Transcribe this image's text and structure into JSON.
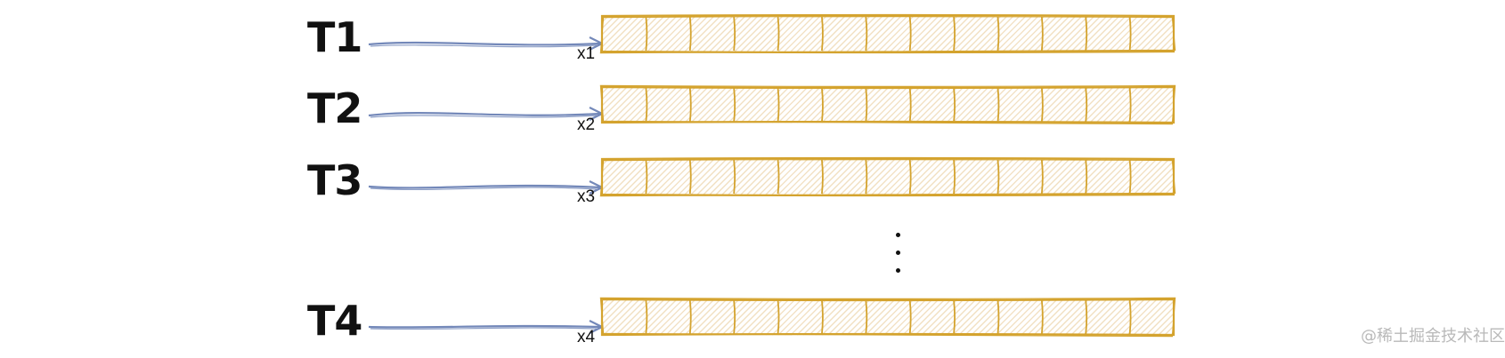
{
  "rows": [
    {
      "thread": "T1",
      "variable": "x1"
    },
    {
      "thread": "T2",
      "variable": "x2"
    },
    {
      "thread": "T3",
      "variable": "x3"
    },
    {
      "thread": "T4",
      "variable": "x4"
    }
  ],
  "cells_per_array": 13,
  "colors": {
    "array_stroke": "#d4a32e",
    "array_hatch": "#f1dfc0",
    "arrow": "#7388b9",
    "text": "#111111"
  },
  "ellipsis": "⋮",
  "watermark": "@稀土掘金技术社区"
}
